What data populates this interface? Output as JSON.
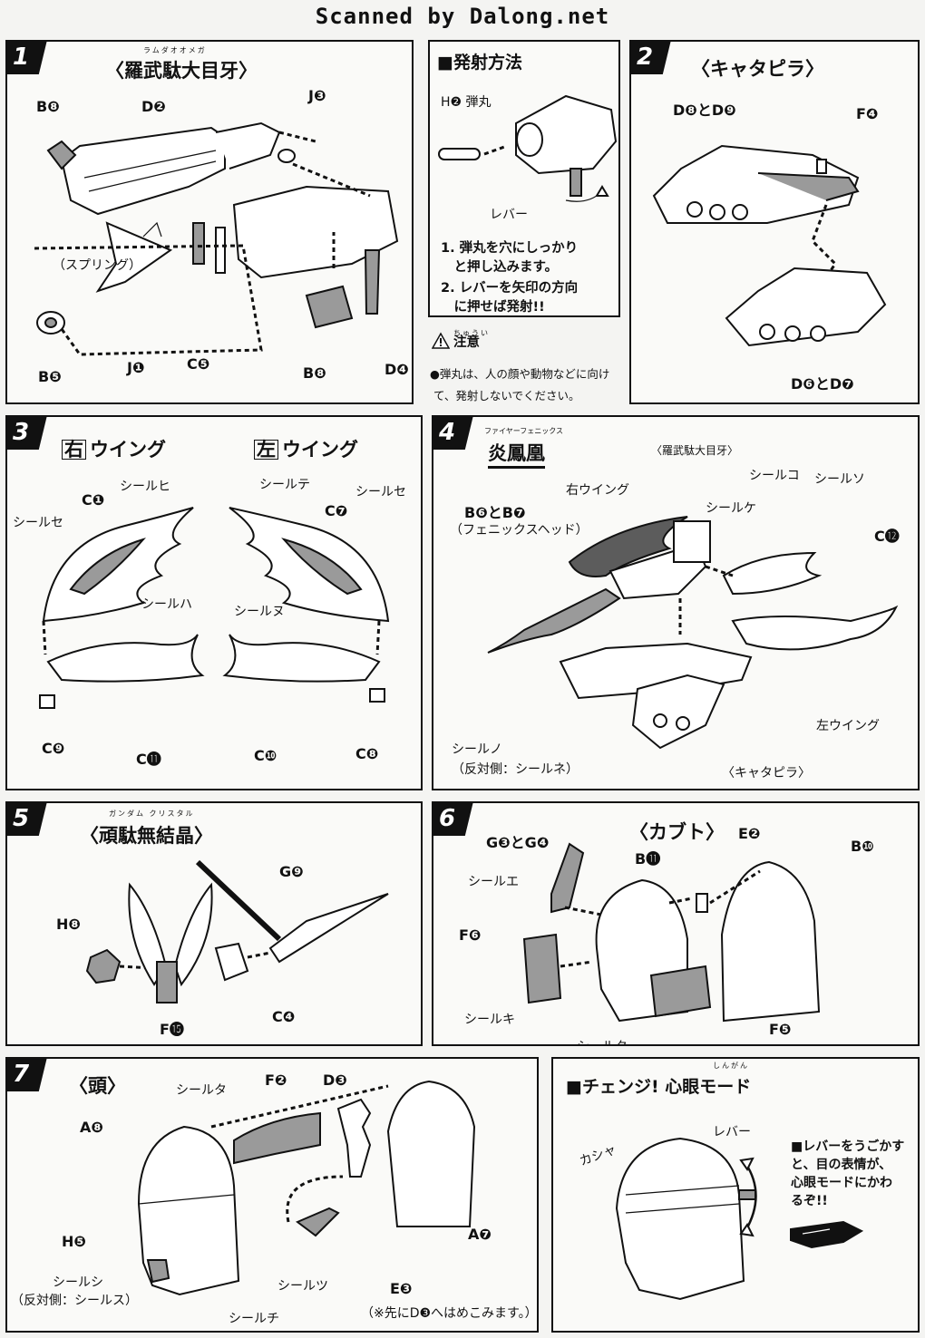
{
  "watermark": "Scanned by Dalong.net",
  "step1": {
    "num": "1",
    "ruby": "ラムダオオメガ",
    "title": "〈羅武駄大目牙〉",
    "labels": [
      "B❽",
      "D❷",
      "J❸",
      "（スプリング）",
      "B❺",
      "J❶",
      "C❺",
      "B❽",
      "D❹"
    ]
  },
  "firing": {
    "title": "■発射方法",
    "labels": [
      "H❷ 弾丸",
      "レバー"
    ],
    "instructions": [
      "1. 弾丸を穴にしっかり",
      "　と押し込みます。",
      "2. レバーを矢印の方向",
      "　に押せば発射!!"
    ],
    "caution_ruby": "ちゅうい",
    "caution_title": "注意",
    "caution_lines": [
      "●弾丸は、人の顔や動物などに向け",
      "て、発射しないでください。"
    ]
  },
  "step2": {
    "num": "2",
    "title": "〈キャタピラ〉",
    "labels": [
      "D❽とD❾",
      "F❹",
      "D❻とD❼"
    ]
  },
  "step3": {
    "num": "3",
    "right_box": "右",
    "right_title": "ウイング",
    "left_box": "左",
    "left_title": "ウイング",
    "labels": [
      "シールヒ",
      "C❶",
      "シールセ",
      "シールハ",
      "C❾",
      "C⓫",
      "シールテ",
      "C❼",
      "シールセ",
      "シールヌ",
      "C❿",
      "C❽"
    ]
  },
  "step4": {
    "num": "4",
    "ruby": "ファイヤーフェニックス",
    "title": "炎鳳凰",
    "labels": [
      "〈羅武駄大目牙〉",
      "B❻とB❼",
      "（フェニックスヘッド）",
      "右ウイング",
      "シールコ",
      "シールソ",
      "シールケ",
      "C⓬",
      "シールノ",
      "（反対側：シールネ）",
      "左ウイング",
      "〈キャタピラ〉"
    ]
  },
  "step5": {
    "num": "5",
    "ruby": "ガンダム クリスタル",
    "title": "〈頑駄無結晶〉",
    "labels": [
      "H❽",
      "G❾",
      "F⓯",
      "C❹"
    ]
  },
  "step6": {
    "num": "6",
    "title": "〈カブト〉",
    "labels": [
      "G❸とG❹",
      "シールエ",
      "F❻",
      "B⓫",
      "E❷",
      "B❿",
      "シールキ",
      "シールク",
      "F❺"
    ]
  },
  "step7": {
    "num": "7",
    "title": "〈頭〉",
    "labels": [
      "A❽",
      "シールタ",
      "F❷",
      "D❸",
      "H❺",
      "シールシ",
      "（反対側：シールス）",
      "シールチ",
      "シールツ",
      "E❸",
      "（※先にD❸へはめこみます。）",
      "A❼"
    ]
  },
  "change": {
    "title": "■チェンジ! 心眼モード",
    "ruby": "しんがん",
    "labels": [
      "レバー",
      "カシャ"
    ],
    "note": [
      "■レバーをうごかす",
      "と、目の表情が、",
      "心眼モードにかわ",
      "るぞ!!"
    ]
  }
}
